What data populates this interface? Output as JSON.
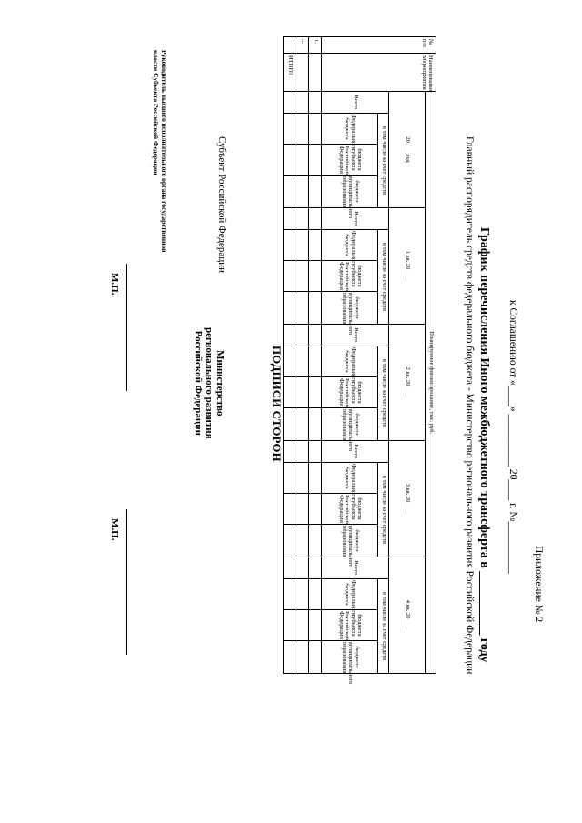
{
  "appendix": "Приложение № 2",
  "agreement": "к Соглашению от «____» __________ 20____ г. №__________",
  "title_line1": "График перечисления Иного межбюджетного трансферта в __________ году",
  "title_line2": "Главный распорядитель средств федерального бюджета - Министерство регионального развития Российской Федерации",
  "table": {
    "col_num": "№ п/п",
    "col_name": "Наименование Мероприятия",
    "planned": "Планируемое финансирование, тыс. руб.",
    "periods": [
      "20____год",
      "1 кв. 20____",
      "2 кв. 20____",
      "3 кв. 20____",
      "4 кв. 20____"
    ],
    "total": "Всего",
    "incl": "в том числе за счет средств",
    "fed": "Федерального бюджета",
    "subj": "бюджета субъекта Российской Федерации",
    "mun": "бюджета муниципального образования",
    "rows": [
      "1.",
      "...",
      "ИТОГО"
    ]
  },
  "signatures": {
    "heading": "ПОДПИСИ СТОРОН",
    "subject": "Субъект Российской Федерации",
    "ministry_1": "Министерство",
    "ministry_2": "регионального развития",
    "ministry_3": "Российской Федерации",
    "head_1": "Руководитель высшего исполнительного органа государственной",
    "head_2": "власти Субъекта Российской Федерации",
    "mp": "М.П."
  }
}
